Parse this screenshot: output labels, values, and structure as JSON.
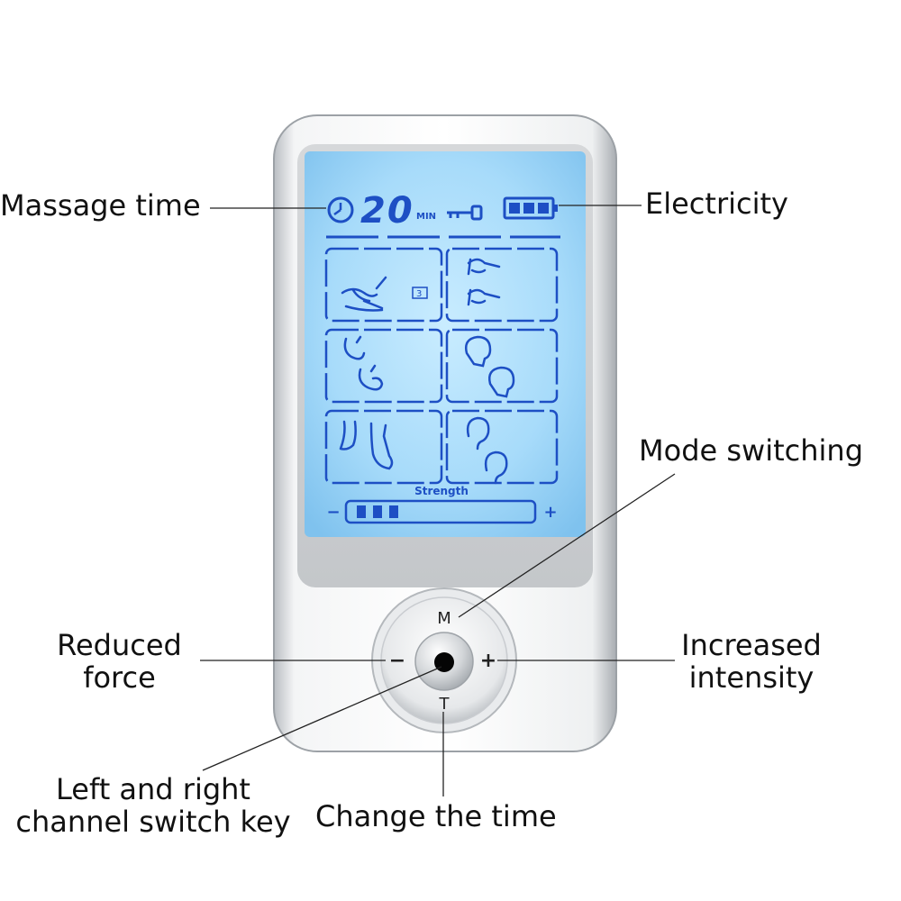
{
  "callouts": {
    "massage_time": "Massage time",
    "electricity": "Electricity",
    "mode_switching": "Mode switching",
    "reduced_force_line1": "Reduced",
    "reduced_force_line2": "force",
    "increased_intensity_line1": "Increased",
    "increased_intensity_line2": "intensity",
    "channel_switch_line1": "Left and right",
    "channel_switch_line2": "channel switch key",
    "change_time": "Change the time"
  },
  "display": {
    "timer_value": "20",
    "timer_unit": "MIN",
    "mode_badge": "3",
    "strength_label": "Strength",
    "strength_minus": "−",
    "strength_plus": "+",
    "strength_level": 3,
    "battery_level": 3,
    "backlight_color": "#9fd4f7",
    "segment_color": "#1d4fc4"
  },
  "buttons": {
    "mode": "M",
    "minus": "−",
    "plus": "+",
    "time": "T"
  },
  "icons": {
    "timer": "clock-icon",
    "lock": "key-lock-icon",
    "battery": "battery-icon",
    "modes": [
      "hand-massage-icon",
      "fingers-pinch-icon",
      "stomach-icon",
      "head-icon",
      "feet-icon",
      "ear-icon"
    ]
  }
}
